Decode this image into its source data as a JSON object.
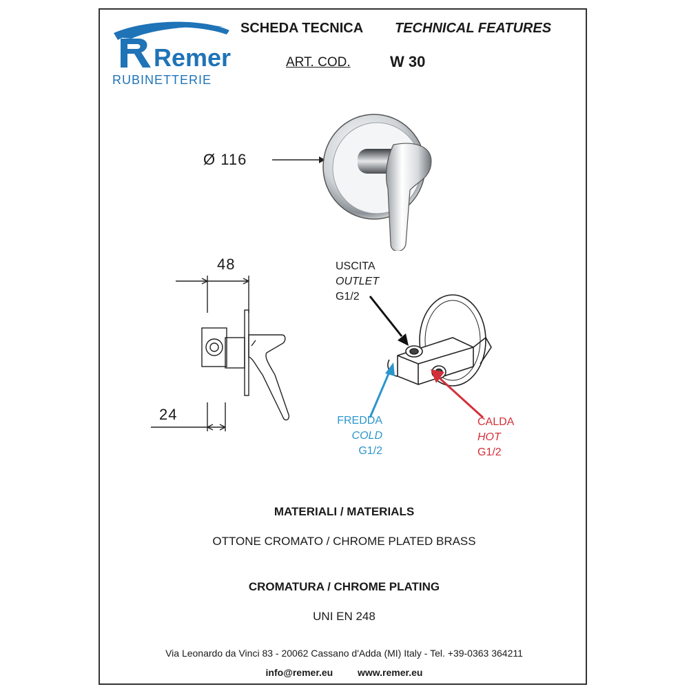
{
  "logo": {
    "brand": "Remer",
    "subtitle": "RUBINETTERIE",
    "blue": "#1f73b7"
  },
  "header": {
    "title_it": "SCHEDA TECNICA",
    "title_en": "TECHNICAL FEATURES",
    "art_label": "ART. COD.",
    "art_code": "W 30"
  },
  "diameter_label": "Ø  116",
  "dimensions": {
    "width": "48",
    "depth": "24"
  },
  "connections": {
    "outlet": {
      "it": "USCITA",
      "en": "OUTLET",
      "size": "G1/2"
    },
    "cold": {
      "it": "FREDDA",
      "en": "COLD",
      "size": "G1/2",
      "color": "#2b95cc"
    },
    "hot": {
      "it": "CALDA",
      "en": "HOT",
      "size": "G1/2",
      "color": "#d32f3a"
    }
  },
  "materials": {
    "title": "MATERIALI / MATERIALS",
    "value": "OTTONE CROMATO / CHROME PLATED BRASS"
  },
  "plating": {
    "title": "CROMATURA / CHROME PLATING",
    "value": "UNI EN 248"
  },
  "footer": {
    "address": "Via Leonardo da Vinci 83 - 20062 Cassano d'Adda (MI) Italy - Tel. +39-0363 364211",
    "email": "info@remer.eu",
    "web": "www.remer.eu"
  }
}
